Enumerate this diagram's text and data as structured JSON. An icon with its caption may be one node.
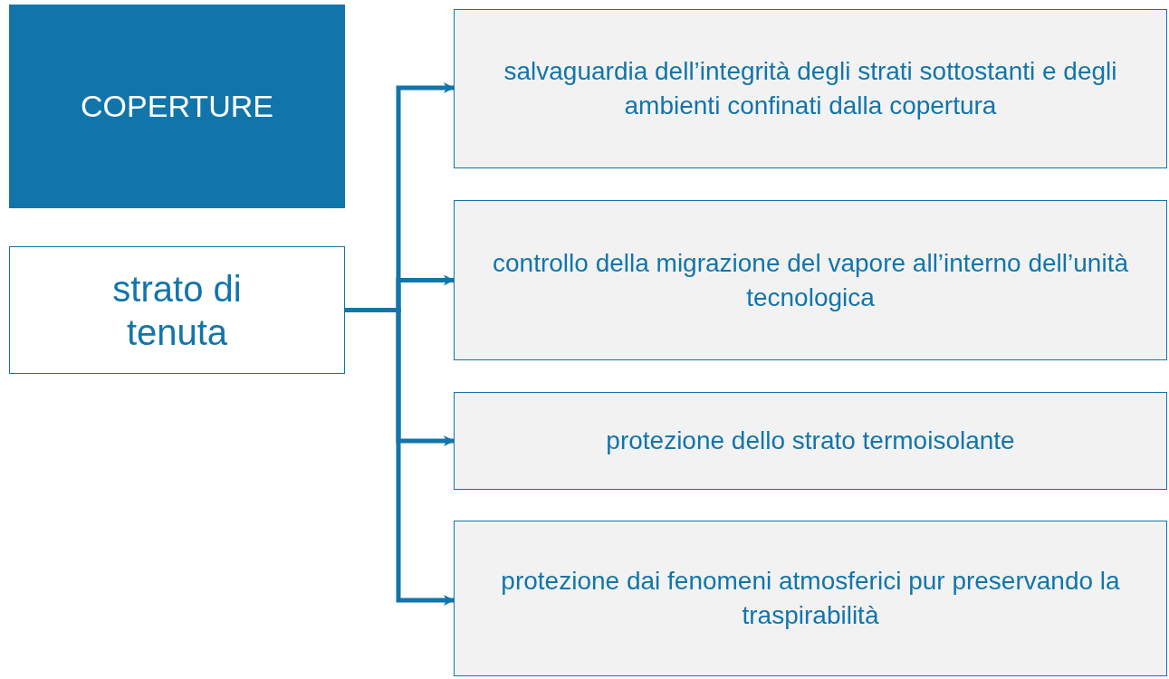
{
  "diagram": {
    "nodes": [
      {
        "text": [
          "COPERTURE"
        ]
      },
      {
        "text": [
          "strato di tenuta"
        ]
      },
      {
        "text": [
          "salvaguardia dell’integrità degli strati sottostanti e degli ambienti confinati dalla copertura"
        ]
      },
      {
        "text": [
          "controllo della migrazione del vapore all’interno dell’unità tecnologica"
        ]
      },
      {
        "text": [
          "protezione dello strato termoisolante"
        ]
      },
      {
        "text": [
          "protezione dai fenomeni atmosferici pur preservando la traspirabilità"
        ]
      }
    ],
    "edges": [
      {
        "from": 1,
        "to": 2,
        "arrow": "to"
      },
      {
        "from": 1,
        "to": 3,
        "arrow": "to"
      },
      {
        "from": 1,
        "to": 4,
        "arrow": "to"
      },
      {
        "from": 1,
        "to": 5,
        "arrow": "to"
      }
    ]
  }
}
